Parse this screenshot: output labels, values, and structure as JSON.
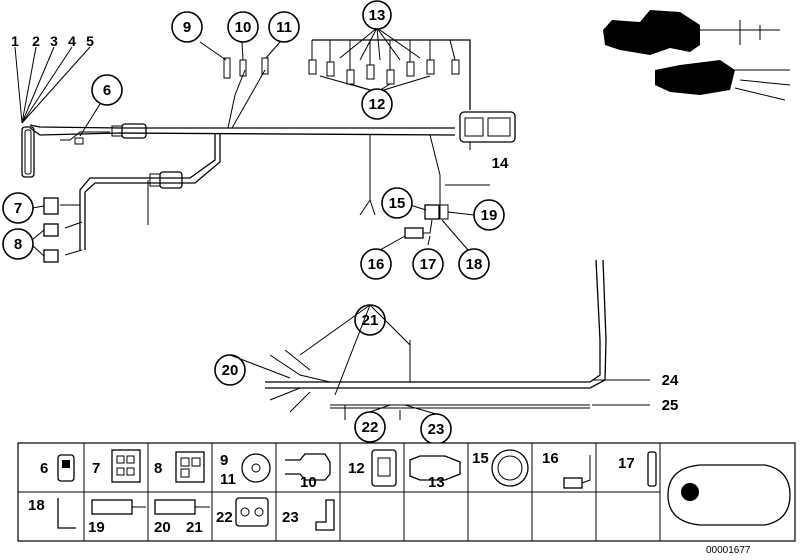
{
  "callouts": {
    "c1": "1",
    "c2": "2",
    "c3": "3",
    "c4": "4",
    "c5": "5",
    "c6": "6",
    "c7": "7",
    "c8": "8",
    "c9": "9",
    "c10": "10",
    "c11": "11",
    "c12": "12",
    "c13": "13",
    "c14": "14",
    "c15": "15",
    "c16": "16",
    "c17": "17",
    "c18": "18",
    "c19": "19",
    "c20": "20",
    "c21": "21",
    "c22": "22",
    "c23": "23",
    "c24": "24",
    "c25": "25"
  },
  "legend": {
    "r1": [
      "6",
      "7",
      "8",
      "9",
      "11",
      "10",
      "12",
      "13",
      "15",
      "16",
      "17"
    ],
    "r2": [
      "18",
      "19",
      "20",
      "21",
      "22",
      "23"
    ]
  },
  "doc_number": "00001677"
}
